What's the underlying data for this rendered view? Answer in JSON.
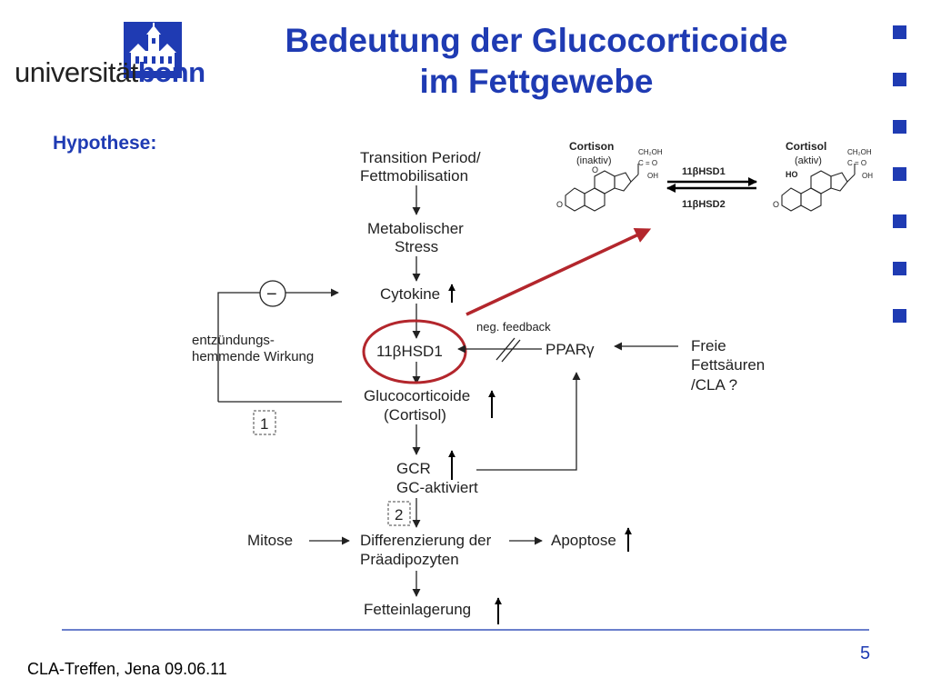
{
  "header": {
    "logo_uni": "universität",
    "logo_bonn": "bonn",
    "title_line1": "Bedeutung der Glucocorticoide",
    "title_line2": "im Fettgewebe"
  },
  "hypothesis_label": "Hypothese:",
  "diagram": {
    "transition_1": "Transition Period/",
    "transition_2": "Fettmobilisation",
    "stress_1": "Metabolischer",
    "stress_2": "Stress",
    "cytokine": "Cytokine",
    "hsd1_prefix": "11",
    "hsd1_beta": "β",
    "hsd1_suffix": "HSD1",
    "gluco_1": "Glucocorticoide",
    "gluco_2": "(Cortisol)",
    "gcr_1": "GCR",
    "gcr_2": "GC-aktiviert",
    "diff_1": "Differenzierung der",
    "diff_2": "Präadipozyten",
    "fett": "Fetteinlagerung",
    "mitose": "Mitose",
    "apoptose": "Apoptose",
    "minus": "−",
    "entz_1": "entzündungs-",
    "entz_2": "hemmende Wirkung",
    "box1": "1",
    "box2": "2",
    "neg_feedback": "neg. feedback",
    "ppar_prefix": "PPAR",
    "ppar_gamma": "γ",
    "freie_1": "Freie",
    "freie_2": "Fettsäuren",
    "freie_3": "/CLA ?"
  },
  "reaction": {
    "cortison": "Cortison",
    "cortison_state": "(inaktiv)",
    "cortisol": "Cortisol",
    "cortisol_state": "(aktiv)",
    "enzyme_forward": "11βHSD1",
    "enzyme_reverse": "11βHSD2",
    "ch2oh": "CH₂OH",
    "co": "C = O",
    "oh": "OH",
    "o": "O",
    "ho": "HO"
  },
  "footer": {
    "event": "CLA-Treffen, Jena 09.06.11",
    "page": "5"
  },
  "colors": {
    "brand_blue": "#1f3bb3",
    "highlight_red": "#b3262c",
    "text": "#222222"
  }
}
